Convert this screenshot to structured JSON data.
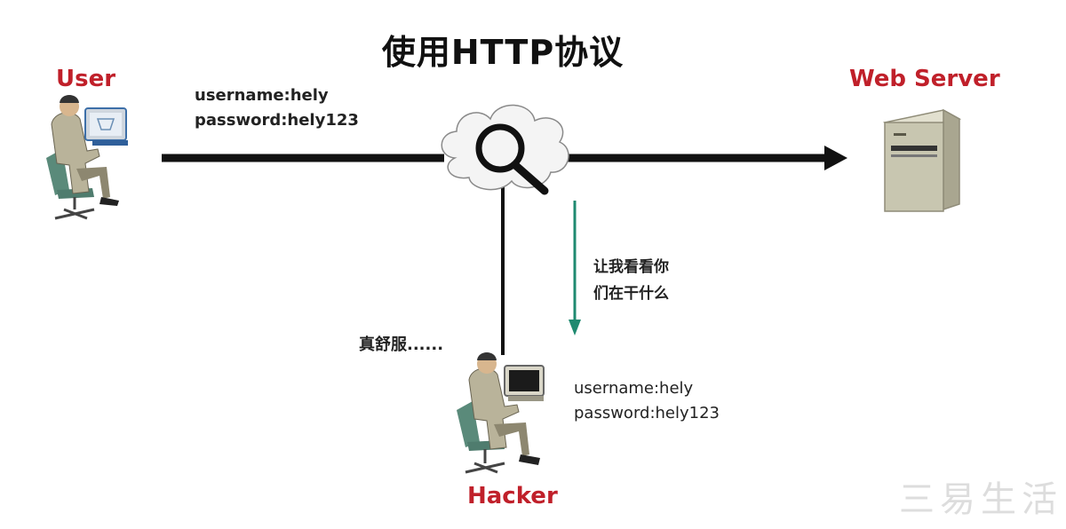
{
  "title": "使用HTTP协议",
  "actors": {
    "user": {
      "label": "User"
    },
    "server": {
      "label": "Web Server"
    },
    "hacker": {
      "label": "Hacker"
    }
  },
  "user_credentials": {
    "username": "username:hely",
    "password": "password:hely123"
  },
  "hacker_credentials": {
    "username": "username:hely",
    "password": "password:hely123"
  },
  "hacker_thought": "真舒服......",
  "intercept_note": {
    "line1": "让我看看你",
    "line2": "们在干什么"
  },
  "watermark": "三易生活",
  "colors": {
    "actor_label": "#c0202a",
    "arrow": "#111111",
    "down_arrow": "#1f8a70",
    "server_body": "#c8c6b0",
    "person_shirt": "#b9b39a",
    "chair": "#5a8a7a"
  },
  "icons": {
    "user": "person-at-computer-icon",
    "hacker": "person-at-computer-icon",
    "server": "server-tower-icon",
    "interceptor": "magnifier-cloud-icon"
  }
}
